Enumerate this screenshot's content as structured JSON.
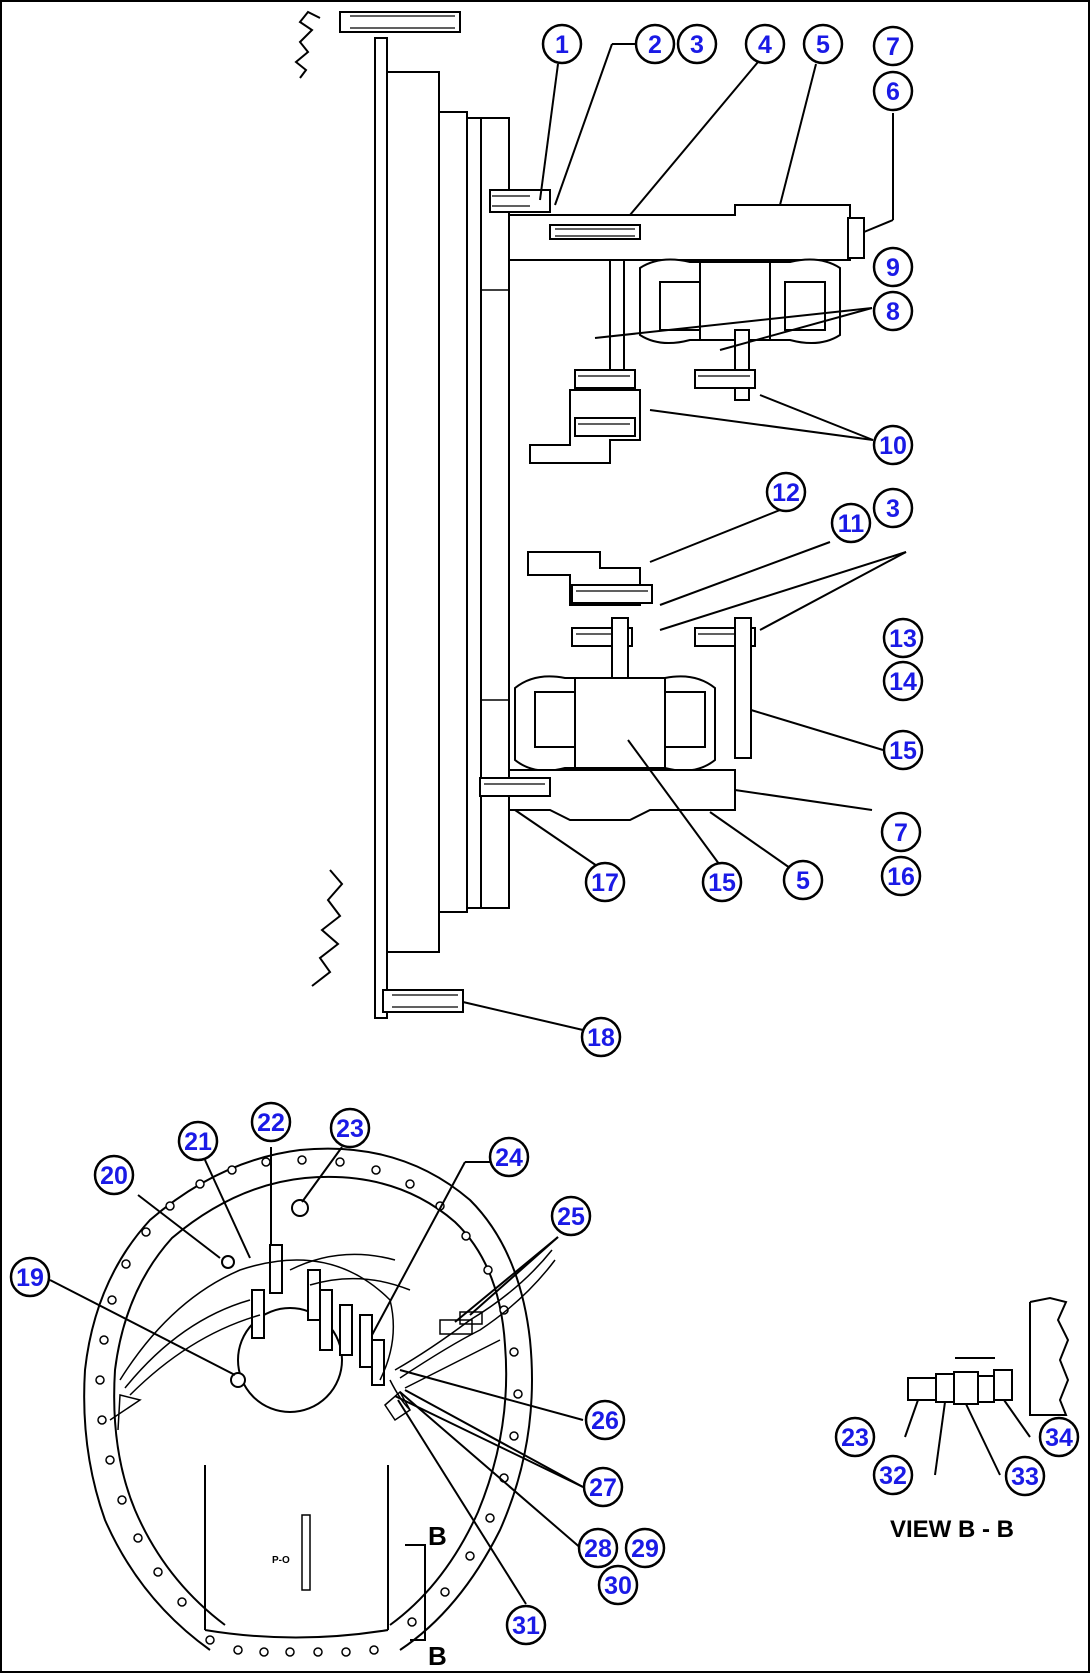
{
  "diagram": {
    "view_label": "VIEW B - B",
    "section_marker": "B",
    "stamp_text": "P-O"
  },
  "callouts": [
    {
      "id": "c1",
      "label": "1"
    },
    {
      "id": "c2",
      "label": "2"
    },
    {
      "id": "c3a",
      "label": "3"
    },
    {
      "id": "c4",
      "label": "4"
    },
    {
      "id": "c5a",
      "label": "5"
    },
    {
      "id": "c7a",
      "label": "7"
    },
    {
      "id": "c6",
      "label": "6"
    },
    {
      "id": "c9",
      "label": "9"
    },
    {
      "id": "c8",
      "label": "8"
    },
    {
      "id": "c10",
      "label": "10"
    },
    {
      "id": "c12",
      "label": "12"
    },
    {
      "id": "c3b",
      "label": "3"
    },
    {
      "id": "c11",
      "label": "11"
    },
    {
      "id": "c13",
      "label": "13"
    },
    {
      "id": "c14",
      "label": "14"
    },
    {
      "id": "c15a",
      "label": "15"
    },
    {
      "id": "c7b",
      "label": "7"
    },
    {
      "id": "c17",
      "label": "17"
    },
    {
      "id": "c15b",
      "label": "15"
    },
    {
      "id": "c5b",
      "label": "5"
    },
    {
      "id": "c16",
      "label": "16"
    },
    {
      "id": "c18",
      "label": "18"
    },
    {
      "id": "c22",
      "label": "22"
    },
    {
      "id": "c23a",
      "label": "23"
    },
    {
      "id": "c21",
      "label": "21"
    },
    {
      "id": "c20",
      "label": "20"
    },
    {
      "id": "c24",
      "label": "24"
    },
    {
      "id": "c25",
      "label": "25"
    },
    {
      "id": "c19",
      "label": "19"
    },
    {
      "id": "c26",
      "label": "26"
    },
    {
      "id": "c27",
      "label": "27"
    },
    {
      "id": "c28",
      "label": "28"
    },
    {
      "id": "c29",
      "label": "29"
    },
    {
      "id": "c30",
      "label": "30"
    },
    {
      "id": "c31",
      "label": "31"
    },
    {
      "id": "c23b",
      "label": "23"
    },
    {
      "id": "c34",
      "label": "34"
    },
    {
      "id": "c32",
      "label": "32"
    },
    {
      "id": "c33",
      "label": "33"
    }
  ]
}
